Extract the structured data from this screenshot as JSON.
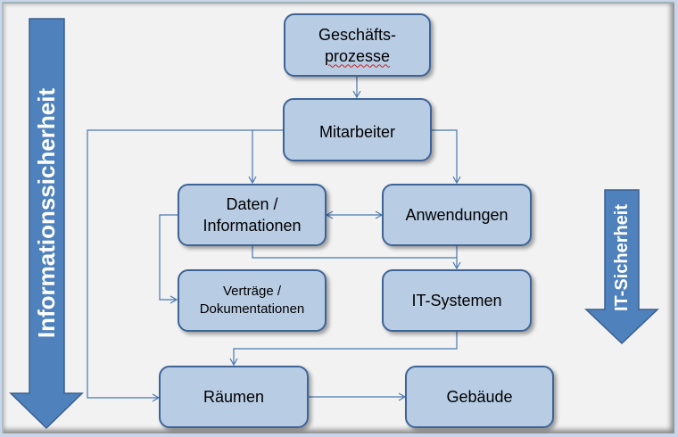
{
  "colors": {
    "node_fill": "#b8cce4",
    "node_border": "#3e6496",
    "arrow_fill": "#4f81bd",
    "arrow_border": "#3a5f8f",
    "connector": "#4a78b0",
    "background": "#f2f2f2"
  },
  "side_arrows": {
    "left": {
      "label": "Informationssicherheit"
    },
    "right": {
      "label": "IT-Sicherheit"
    }
  },
  "nodes": {
    "geschaeftsprozesse": {
      "line1": "Geschäfts-",
      "line2": "prozesse"
    },
    "mitarbeiter": {
      "label": "Mitarbeiter"
    },
    "daten": {
      "line1": "Daten /",
      "line2": "Informationen"
    },
    "anwendungen": {
      "label": "Anwendungen"
    },
    "vertraege": {
      "line1": "Verträge /",
      "line2": "Dokumentationen"
    },
    "it_systeme": {
      "label": "IT-Systemen"
    },
    "raeume": {
      "label": "Räumen"
    },
    "gebaeude": {
      "label": "Gebäude"
    }
  },
  "connections": [
    {
      "from": "Geschäftsprozesse",
      "to": "Mitarbeiter"
    },
    {
      "from": "Mitarbeiter",
      "to": "Daten / Informationen"
    },
    {
      "from": "Mitarbeiter",
      "to": "Anwendungen"
    },
    {
      "from": "Mitarbeiter",
      "to": "Räumen"
    },
    {
      "from": "Daten / Informationen",
      "to": "Anwendungen",
      "bidirectional": true
    },
    {
      "from": "Daten / Informationen",
      "to": "Verträge / Dokumentationen"
    },
    {
      "from": "Daten / Informationen",
      "to": "IT-Systemen"
    },
    {
      "from": "Anwendungen",
      "to": "IT-Systemen"
    },
    {
      "from": "IT-Systemen",
      "to": "Räumen"
    },
    {
      "from": "Räumen",
      "to": "Gebäude"
    }
  ]
}
